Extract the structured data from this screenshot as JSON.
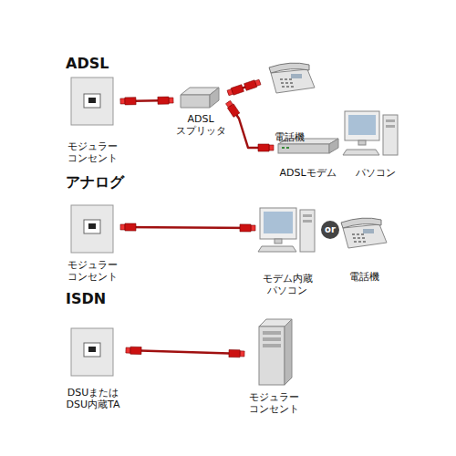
{
  "diagram": {
    "nodes": [
      {
        "text": [
          "モジュラー コンセント"
        ]
      },
      {
        "text": [
          "ADSL スプリッタ"
        ]
      },
      {
        "text": [
          "電話機"
        ]
      },
      {
        "text": [
          "ADSLモデム"
        ]
      },
      {
        "text": [
          "パソコン"
        ]
      },
      {
        "text": [
          "モジュラー コンセント"
        ]
      },
      {
        "text": [
          "モデム内蔵 パソコン"
        ]
      },
      {
        "text": [
          "電話機"
        ]
      },
      {
        "text": [
          "DSUまたは DSU内蔵TA"
        ]
      },
      {
        "text": [
          "モジュラー コンセント"
        ]
      }
    ],
    "edges": [
      {
        "from": 0,
        "to": 1,
        "arrow": "none"
      },
      {
        "from": 1,
        "to": 2,
        "arrow": "none"
      },
      {
        "from": 1,
        "to": 3,
        "arrow": "none"
      },
      {
        "from": 5,
        "to": 6,
        "arrow": "none"
      },
      {
        "from": 8,
        "to": 9,
        "arrow": "none"
      }
    ],
    "labels": [
      "ADSL",
      "アナログ",
      "ISDN",
      "or"
    ]
  }
}
